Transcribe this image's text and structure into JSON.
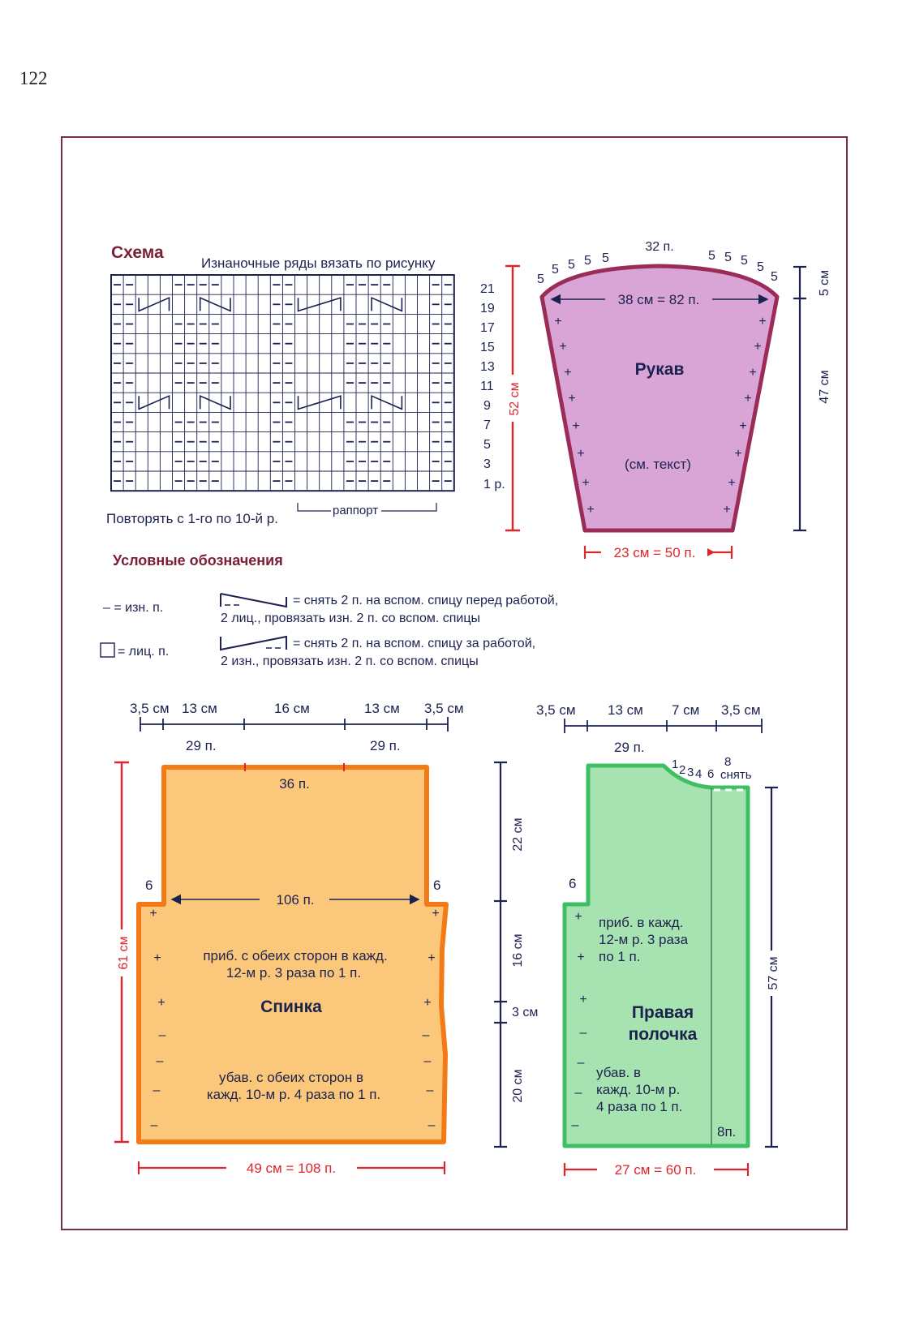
{
  "page_number": "122",
  "colors": {
    "frame": "#7a2e3b",
    "heading": "#7a1f35",
    "red": "#e0242c",
    "navy": "#1c2250",
    "sleeve_fill": "#d9a5d6",
    "sleeve_edge": "#9a2c57",
    "back_fill": "#fbc77a",
    "back_edge": "#f27a17",
    "front_fill": "#a7e3b0",
    "front_edge": "#3fbf63"
  },
  "scheme": {
    "title": "Схема",
    "note": "Изнаночные ряды вязать по рисунку",
    "row_labels": [
      "21",
      "19",
      "17",
      "15",
      "13",
      "11",
      "9",
      "7",
      "5",
      "3",
      "1 р."
    ],
    "repeat_note": "Повторять с 1-го по 10-й р.",
    "rapport": "раппорт",
    "height": "52 см"
  },
  "sleeve": {
    "title": "Рукав",
    "note": "(см. текст)",
    "top_stitches": "32 п.",
    "width_label": "38 см = 82 п.",
    "bottom_label": "23 см = 50 п.",
    "cap_left": [
      "5",
      "5",
      "5",
      "5",
      "5"
    ],
    "cap_right": [
      "5",
      "5",
      "5",
      "5",
      "5"
    ],
    "cap_height": "5 см",
    "body_height": "47 см",
    "plus_sign": "+"
  },
  "legend": {
    "title": "Условные обозначения",
    "purl": "– = изн. п.",
    "knit": "= лиц. п.",
    "cross_front_1": "= снять 2 п. на вспом. спицу перед работой,",
    "cross_front_2": "2 лиц., провязать изн. 2 п. со  вспом. спицы",
    "cross_back_1": "= снять 2 п. на вспом. спицу за работой,",
    "cross_back_2": "2 изн., провязать изн. 2 п. со  вспом. спицы"
  },
  "back": {
    "title": "Спинка",
    "top_dims": [
      "3,5 см",
      "13 см",
      "16 см",
      "13 см",
      "3,5 см"
    ],
    "shoulder_left": "29 п.",
    "shoulder_right": "29 п.",
    "neck": "36 п.",
    "armhole_left": "6",
    "armhole_right": "6",
    "chest": "106 п.",
    "increase_1": "приб. с обеих сторон в кажд.",
    "increase_2": "12-м р. 3 раза по 1 п.",
    "decrease_1": "убав. с обеих сторон в",
    "decrease_2": "кажд. 10-м р. 4 раза по 1 п.",
    "height": "61 см",
    "bottom": "49 см = 108 п.",
    "plus_sign": "+",
    "minus_sign": "–"
  },
  "middle_dims": [
    "22 см",
    "16 см",
    "3 см",
    "20 см"
  ],
  "front": {
    "title_1": "Правая",
    "title_2": "полочка",
    "top_dims": [
      "3,5 см",
      "13 см",
      "7 см",
      "3,5 см"
    ],
    "shoulder": "29 п.",
    "neck_1": "1",
    "neck_2": "2",
    "neck_3": "3",
    "neck_4": "4",
    "neck_6": "6",
    "neck_8": "8",
    "neck_remove": "снять",
    "armhole": "6",
    "increase_1": "приб. в кажд.",
    "increase_2": "12-м р. 3 раза",
    "increase_3": "по 1 п.",
    "decrease_1": "убав. в",
    "decrease_2": "кажд. 10-м р.",
    "decrease_3": "4 раза по 1 п.",
    "placket": "8п.",
    "height": "57 см",
    "bottom": "27 см = 60 п.",
    "plus_sign": "+",
    "minus_sign": "–"
  }
}
